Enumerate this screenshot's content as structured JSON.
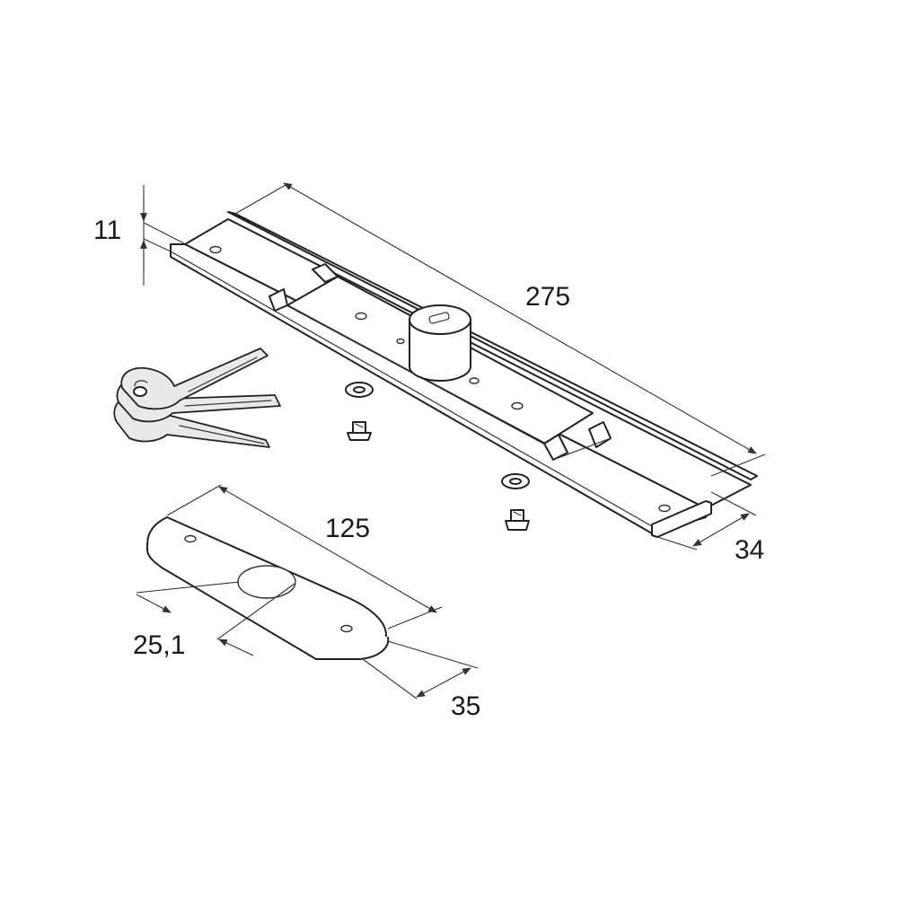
{
  "dimensions": {
    "height": "11",
    "length": "275",
    "width": "34",
    "plate_length": "125",
    "hole_diameter": "25,1",
    "plate_width": "35"
  },
  "colors": {
    "line": "#222222",
    "background": "#ffffff"
  }
}
